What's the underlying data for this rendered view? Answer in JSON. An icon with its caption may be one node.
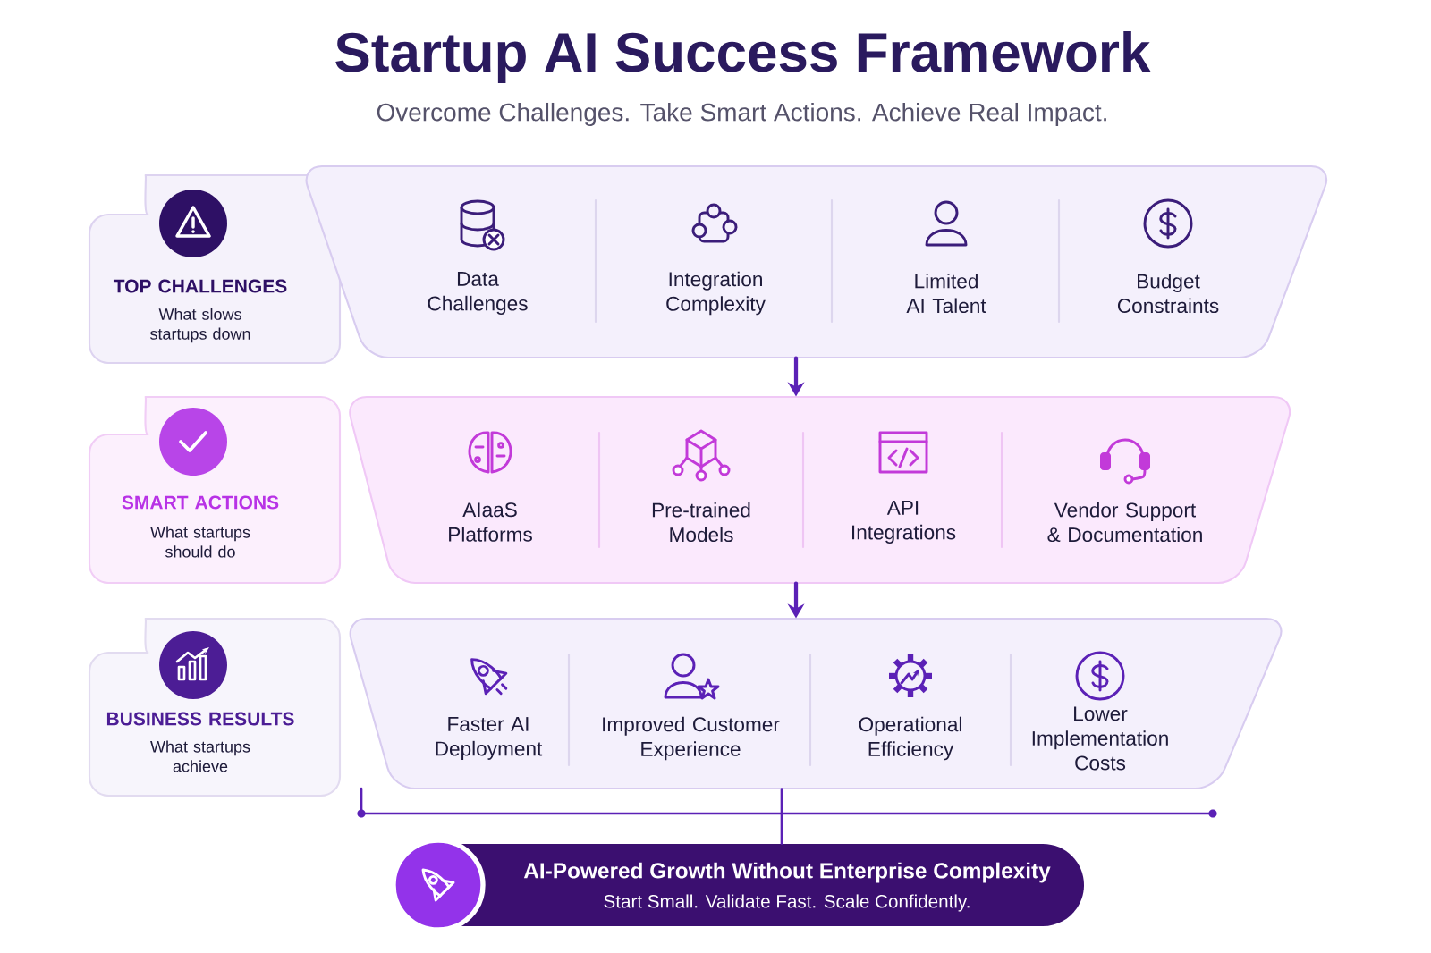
{
  "diagram": {
    "title": "Startup AI Success Framework",
    "nodes": [
      {
        "text": [
          "TOP CHALLENGES",
          "What slows startups down"
        ]
      },
      {
        "text": [],
        "shape": "trapezoid"
      },
      {
        "text": [
          "Data Challenges"
        ],
        "in": 1
      },
      {
        "text": [
          "Integration Complexity"
        ],
        "in": 1
      },
      {
        "text": [
          "Limited AI Talent"
        ],
        "in": 1
      },
      {
        "text": [
          "Budget Constraints"
        ],
        "in": 1
      },
      {
        "text": [
          "SMART ACTIONS",
          "What startups should do"
        ]
      },
      {
        "text": [],
        "shape": "trapezoid"
      },
      {
        "text": [
          "AIaaS Platforms"
        ],
        "in": 7
      },
      {
        "text": [
          "Pre-trained Models"
        ],
        "in": 7
      },
      {
        "text": [
          "API Integrations"
        ],
        "in": 7
      },
      {
        "text": [
          "Vendor Support & Documentation"
        ],
        "in": 7
      },
      {
        "text": [
          "BUSINESS RESULTS",
          "What startups achieve"
        ]
      },
      {
        "text": [],
        "shape": "trapezoid"
      },
      {
        "text": [
          "Faster AI Deployment"
        ],
        "in": 13
      },
      {
        "text": [
          "Improved Customer Experience"
        ],
        "in": 13
      },
      {
        "text": [
          "Operational Efficiency"
        ],
        "in": 13
      },
      {
        "text": [
          "Lower Implementation Costs"
        ],
        "in": 13
      },
      {
        "text": [
          "AI-Powered Growth Without Enterprise Complexity",
          "Start Small. Validate Fast. Scale Confidently."
        ]
      }
    ],
    "edges": [
      {
        "from": 1,
        "to": 7,
        "arrow": "to"
      },
      {
        "from": 7,
        "to": 13,
        "arrow": "to"
      },
      {
        "from": 13,
        "to": 18,
        "arrow": "none"
      }
    ],
    "labels": [
      "Overcome Challenges. Take Smart Actions. Achieve Real Impact."
    ]
  }
}
